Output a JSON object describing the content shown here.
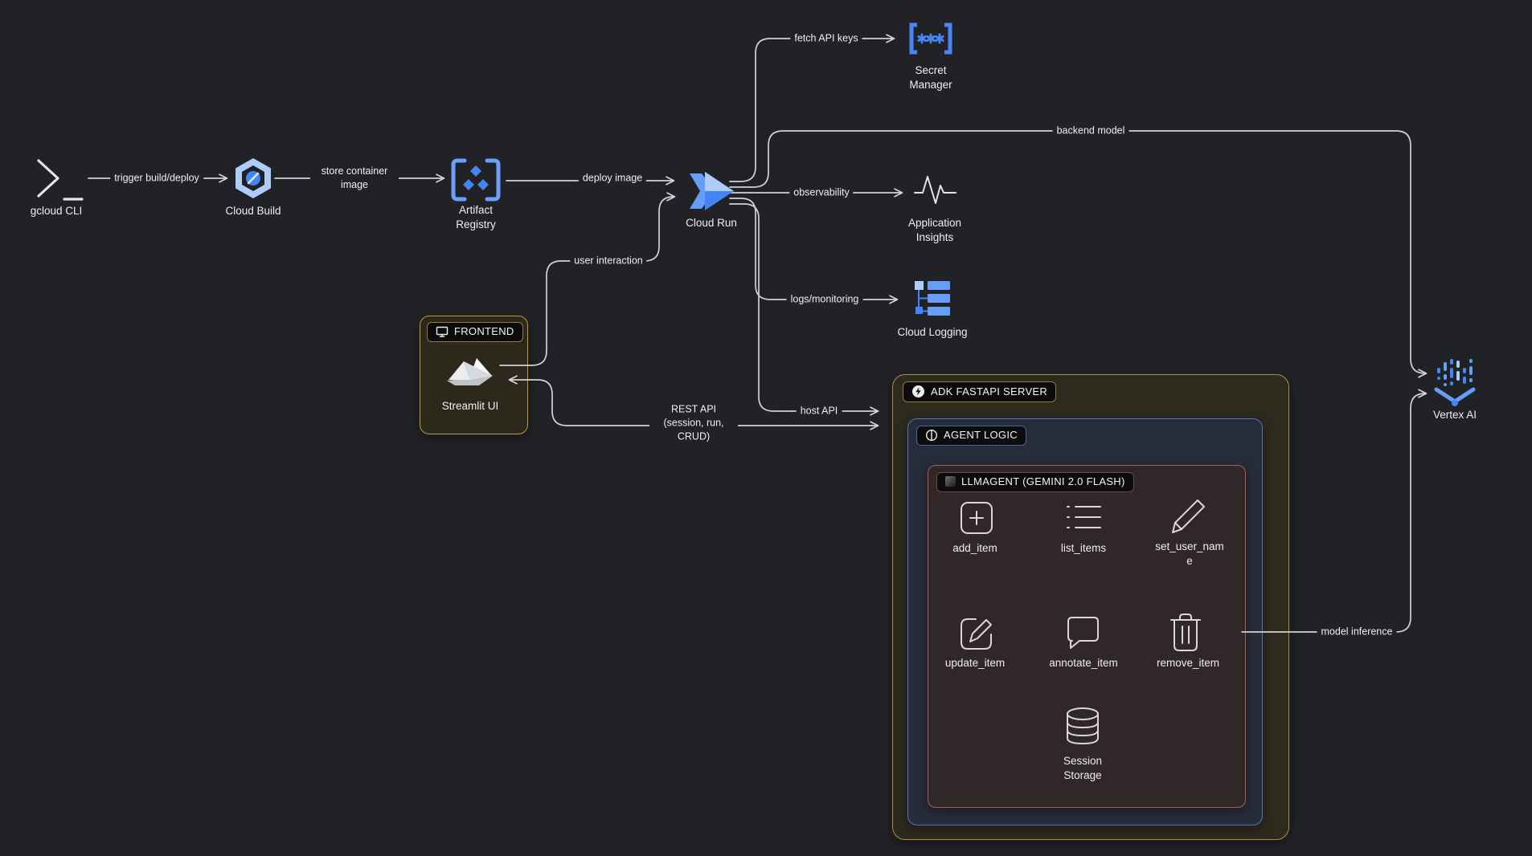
{
  "canvas": {
    "background": "#212226",
    "line_color": "#d6d6d6"
  },
  "colors": {
    "blue": "#4285f4",
    "blue_light": "#aecbfa",
    "blue_mid": "#669df6",
    "amber_border": "#c2973c",
    "agent_border": "#4c7ac2",
    "llm_border": "#b25a50"
  },
  "nodes": {
    "gcloud_cli": {
      "label": "gcloud CLI",
      "icon": "terminal-icon"
    },
    "cloud_build": {
      "label": "Cloud Build",
      "icon": "cloud-build-icon"
    },
    "artifact_registry": {
      "label": "Artifact Registry",
      "icon": "artifact-registry-icon"
    },
    "cloud_run": {
      "label": "Cloud Run",
      "icon": "cloud-run-icon"
    },
    "secret_manager": {
      "label": "Secret Manager",
      "icon": "secret-manager-icon"
    },
    "application_insights": {
      "label": "Application Insights",
      "icon": "pulse-icon"
    },
    "cloud_logging": {
      "label": "Cloud Logging",
      "icon": "cloud-logging-icon"
    },
    "vertex_ai": {
      "label": "Vertex AI",
      "icon": "vertex-ai-icon"
    },
    "streamlit_ui": {
      "label": "Streamlit UI",
      "icon": "streamlit-icon"
    },
    "session_storage": {
      "label": "Session Storage",
      "icon": "database-icon"
    }
  },
  "groups": {
    "frontend": {
      "label": "FRONTEND",
      "icon": "monitor-icon"
    },
    "adk_server": {
      "label": "ADK FASTAPI SERVER",
      "icon": "bolt-icon"
    },
    "agent_logic": {
      "label": "AGENT LOGIC",
      "icon": "half-circle-icon"
    },
    "llmagent": {
      "label": "LLMAGENT (GEMINI 2.0 FLASH)",
      "icon": "gradient-square-icon"
    }
  },
  "tools": [
    {
      "label": "add_item",
      "icon": "add-item-icon"
    },
    {
      "label": "list_items",
      "icon": "list-items-icon"
    },
    {
      "label": "set_user_name",
      "icon": "pencil-icon"
    },
    {
      "label": "update_item",
      "icon": "edit-icon"
    },
    {
      "label": "annotate_item",
      "icon": "comment-icon"
    },
    {
      "label": "remove_item",
      "icon": "trash-icon"
    }
  ],
  "edges": {
    "trigger_build": {
      "label": "trigger build/deploy",
      "from": "gcloud_cli",
      "to": "cloud_build"
    },
    "store_image": {
      "label": "store container image",
      "from": "cloud_build",
      "to": "artifact_registry"
    },
    "deploy_image": {
      "label": "deploy image",
      "from": "artifact_registry",
      "to": "cloud_run"
    },
    "fetch_api_keys": {
      "label": "fetch API keys",
      "from": "cloud_run",
      "to": "secret_manager"
    },
    "backend_model": {
      "label": "backend model",
      "from": "cloud_run",
      "to": "vertex_ai"
    },
    "observability": {
      "label": "observability",
      "from": "cloud_run",
      "to": "application_insights"
    },
    "logs_monitoring": {
      "label": "logs/monitoring",
      "from": "cloud_run",
      "to": "cloud_logging"
    },
    "host_api": {
      "label": "host API",
      "from": "cloud_run",
      "to": "adk_server"
    },
    "user_interaction": {
      "label": "user interaction",
      "from": "streamlit_ui",
      "to": "cloud_run"
    },
    "rest_api": {
      "label": "REST API (session, run, CRUD)",
      "from": "streamlit_ui",
      "to": "adk_server"
    },
    "model_inference": {
      "label": "model inference",
      "from": "llmagent",
      "to": "vertex_ai"
    }
  }
}
